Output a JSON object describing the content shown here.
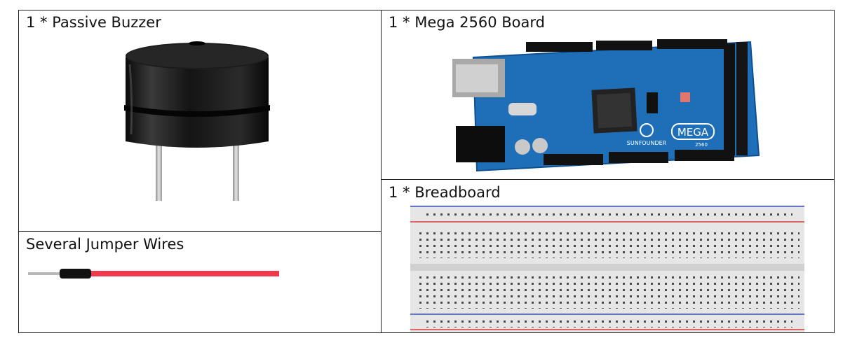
{
  "cells": {
    "buzzer": {
      "label": "1 * Passive Buzzer"
    },
    "mega": {
      "label": "1 * Mega 2560 Board",
      "board_brand": "SUNFOUNDER",
      "board_model": "MEGA",
      "board_number": "2560"
    },
    "wires": {
      "label": "Several Jumper Wires"
    },
    "breadboard": {
      "label": "1 * Breadboard"
    }
  },
  "colors": {
    "border": "#222222",
    "board_blue": "#1f6fb8",
    "wire_red": "#f0394b",
    "breadboard_body": "#e6e6e6"
  }
}
